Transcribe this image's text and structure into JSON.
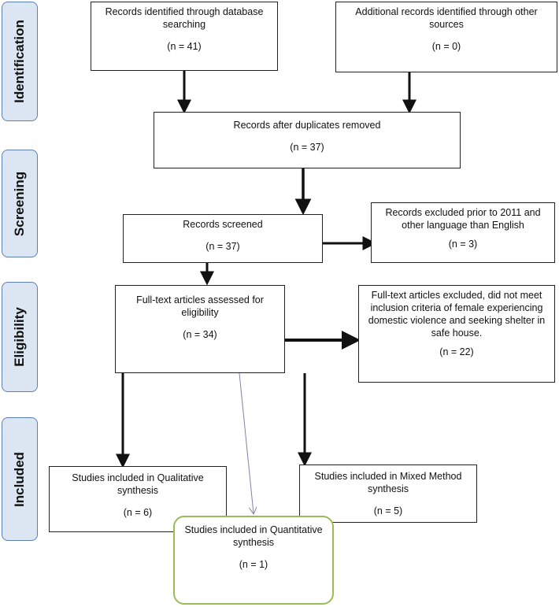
{
  "phases": {
    "identification": "Identification",
    "screening": "Screening",
    "eligibility": "Eligibility",
    "included": "Included"
  },
  "boxes": {
    "db_search": {
      "text": "Records identified through database searching",
      "count": "(n = 41)"
    },
    "other_sources": {
      "text": "Additional records identified through other sources",
      "count": "(n = 0)"
    },
    "duplicates_removed": {
      "text": "Records after duplicates removed",
      "count": "(n = 37)"
    },
    "screened": {
      "text": "Records screened",
      "count": "(n = 37)"
    },
    "excluded_prior": {
      "text": "Records excluded prior to 2011 and other language than English",
      "count": "(n = 3)"
    },
    "fulltext_assessed": {
      "text": "Full-text articles assessed for eligibility",
      "count": "(n = 34)"
    },
    "fulltext_excluded": {
      "text": "Full-text articles excluded, did not meet inclusion criteria of female experiencing domestic violence and seeking shelter in safe house.",
      "count": "(n = 22)"
    },
    "qualitative": {
      "text": "Studies included in Qualitative synthesis",
      "count": "(n = 6)"
    },
    "mixed": {
      "text": "Studies included in Mixed Method synthesis",
      "count": "(n = 5)"
    },
    "quantitative": {
      "text": "Studies included in Quantitative synthesis",
      "count": "(n = 1)"
    }
  },
  "colors": {
    "phase_fill": "#dce6f2",
    "phase_border": "#5b7fb0",
    "highlight_border": "#9bbb59",
    "thin_arrow": "#8a7ca8"
  }
}
